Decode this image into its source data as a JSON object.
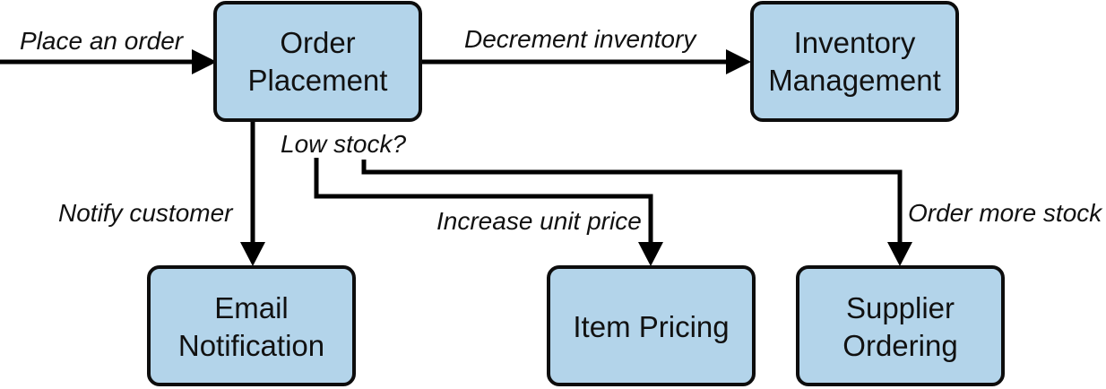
{
  "nodes": {
    "order_placement": {
      "line1": "Order",
      "line2": "Placement"
    },
    "inventory_management": {
      "line1": "Inventory",
      "line2": "Management"
    },
    "email_notification": {
      "line1": "Email",
      "line2": "Notification"
    },
    "item_pricing": {
      "line1": "Item Pricing"
    },
    "supplier_ordering": {
      "line1": "Supplier",
      "line2": "Ordering"
    }
  },
  "edges": {
    "place_order": "Place an order",
    "decrement_inventory": "Decrement inventory",
    "low_stock": "Low stock?",
    "notify_customer": "Notify customer",
    "increase_price": "Increase unit price",
    "order_more_stock": "Order more stock"
  },
  "colors": {
    "box_fill": "#b3d4ea",
    "stroke": "#000000"
  }
}
